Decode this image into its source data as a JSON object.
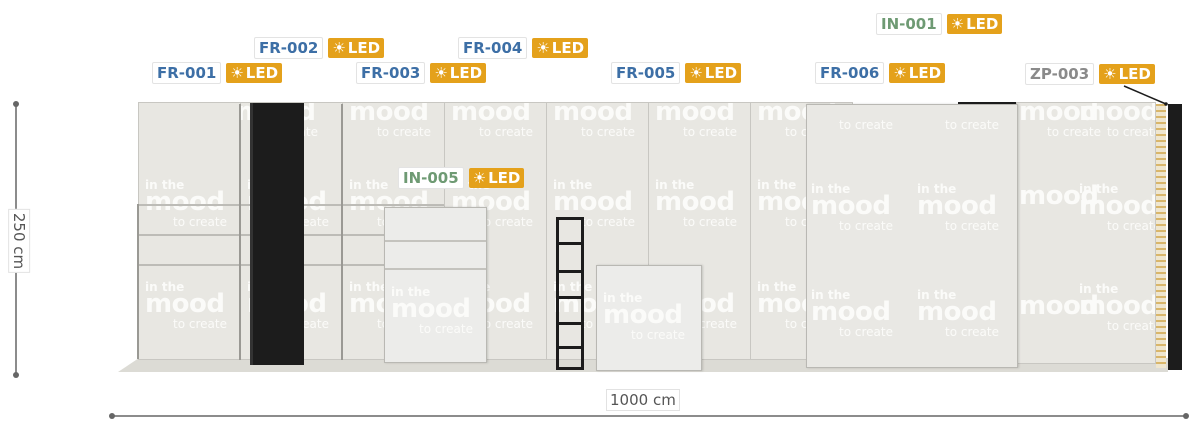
{
  "brand": {
    "line1": "in the",
    "line2": "mood",
    "line3": "to create"
  },
  "colors": {
    "fr_code": "#3d6fa6",
    "in_code": "#6e9a73",
    "zp_code": "#8a8a8a",
    "led_badge": "#e4a11b",
    "panel": "#e8e7e2",
    "black_unit": "#1c1c1c",
    "floor": "#dcdbd5"
  },
  "icons": {
    "led": "sun-icon"
  },
  "labels": [
    {
      "id": "FR-001",
      "kind": "fr",
      "led": "LED"
    },
    {
      "id": "FR-002",
      "kind": "fr",
      "led": "LED"
    },
    {
      "id": "FR-003",
      "kind": "fr",
      "led": "LED"
    },
    {
      "id": "FR-004",
      "kind": "fr",
      "led": "LED"
    },
    {
      "id": "FR-005",
      "kind": "fr",
      "led": "LED"
    },
    {
      "id": "FR-006",
      "kind": "fr",
      "led": "LED"
    },
    {
      "id": "IN-001",
      "kind": "in",
      "led": "LED"
    },
    {
      "id": "IN-005",
      "kind": "in",
      "led": "LED"
    },
    {
      "id": "ZP-003",
      "kind": "zp",
      "led": "LED"
    }
  ],
  "dimensions": {
    "height": "250 cm",
    "width": "1000 cm"
  }
}
